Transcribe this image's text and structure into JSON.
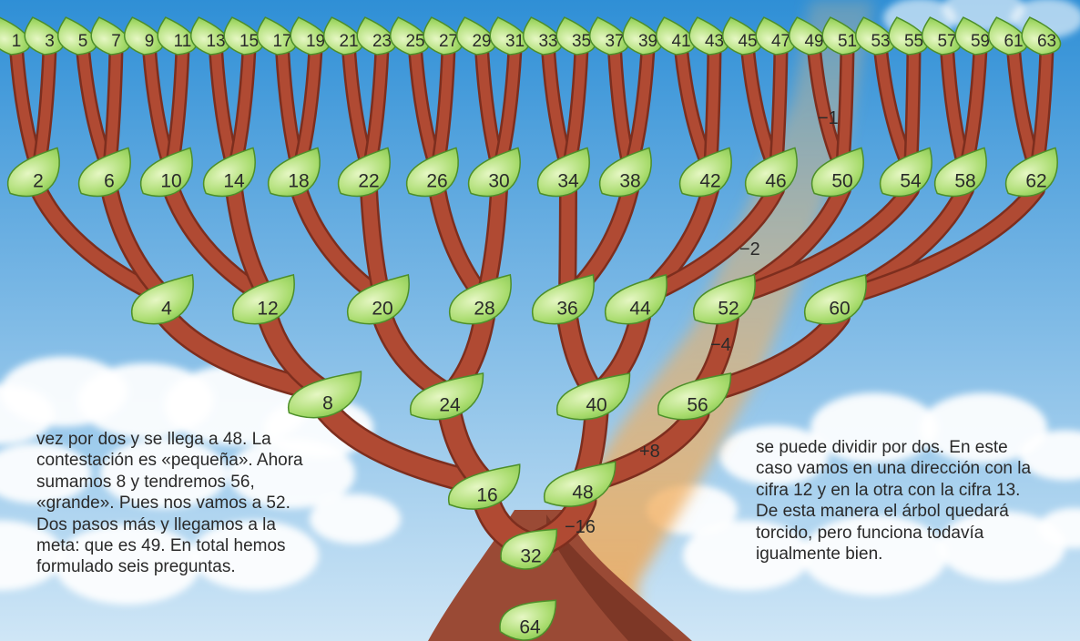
{
  "colors": {
    "sky_top": "#2f8fd6",
    "sky_bottom": "#cfe6f6",
    "branch": "#b04a33",
    "branch_shadow": "#7d2e1e",
    "leaf": "#a9dc6e",
    "leaf_edge": "#4d8f2a",
    "cloud": "#ffffff",
    "glow": "#f2b25a",
    "text": "#2a2a2a"
  },
  "leaf_labels": {
    "row1": [
      "1",
      "3",
      "5",
      "7",
      "9",
      "11",
      "13",
      "15",
      "17",
      "19",
      "21",
      "23",
      "25",
      "27",
      "29",
      "31",
      "33",
      "35",
      "37",
      "39",
      "41",
      "43",
      "45",
      "47",
      "49",
      "51",
      "53",
      "55",
      "57",
      "59",
      "61",
      "63"
    ],
    "row2": [
      "2",
      "6",
      "10",
      "14",
      "18",
      "22",
      "26",
      "30",
      "34",
      "38",
      "42",
      "46",
      "50",
      "54",
      "58",
      "62"
    ],
    "row3": [
      "4",
      "12",
      "20",
      "28",
      "36",
      "44",
      "52",
      "60"
    ],
    "row4": [
      "8",
      "24",
      "40",
      "56"
    ],
    "row5": [
      "16",
      "48"
    ],
    "root": [
      "32",
      "64"
    ]
  },
  "path_labels": [
    "−1",
    "−2",
    "−4",
    "+8",
    "−16"
  ],
  "text_left": [
    "vez por dos y se llega a 48. La",
    "contestación es «pequeña». Ahora",
    "sumamos 8 y tendremos 56,",
    "«grande». Pues nos vamos a 52.",
    "Dos pasos más y llegamos a la",
    "meta: que es 49. En total hemos",
    "formulado seis preguntas."
  ],
  "text_right": [
    "se puede dividir por dos. En este",
    "caso vamos en una dirección con la",
    "cifra 12 y en la otra con la cifra 13.",
    "De esta manera el árbol quedará",
    "torcido, pero funciona todavía",
    "igualmente bien."
  ]
}
